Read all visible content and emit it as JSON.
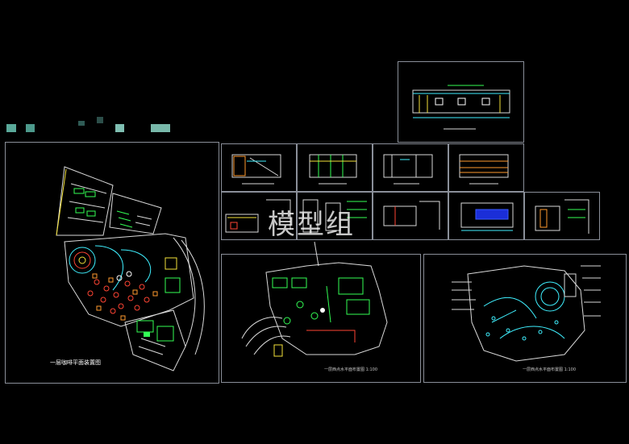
{
  "watermark": "模型组",
  "captions": {
    "main_plan": "一层咖啡平面装置图",
    "plan_b": "一层西点水平面布置图   1:100",
    "plan_c": "一层西点水平面布置图   1:100"
  },
  "colors": {
    "background": "#000000",
    "frame": "#8a8f99",
    "wall": "#d9d9d9",
    "cyan": "#3ff0ff",
    "green": "#33ff55",
    "yellow": "#f4e23a",
    "red": "#ff4433",
    "orange": "#ff9a2e",
    "blue": "#3a5bff",
    "swatch": "#5aa99a"
  },
  "swatches": [
    "layer-swatch-1",
    "layer-swatch-2",
    "layer-swatch-3",
    "layer-swatch-4",
    "layer-swatch-5",
    "layer-swatch-6"
  ]
}
